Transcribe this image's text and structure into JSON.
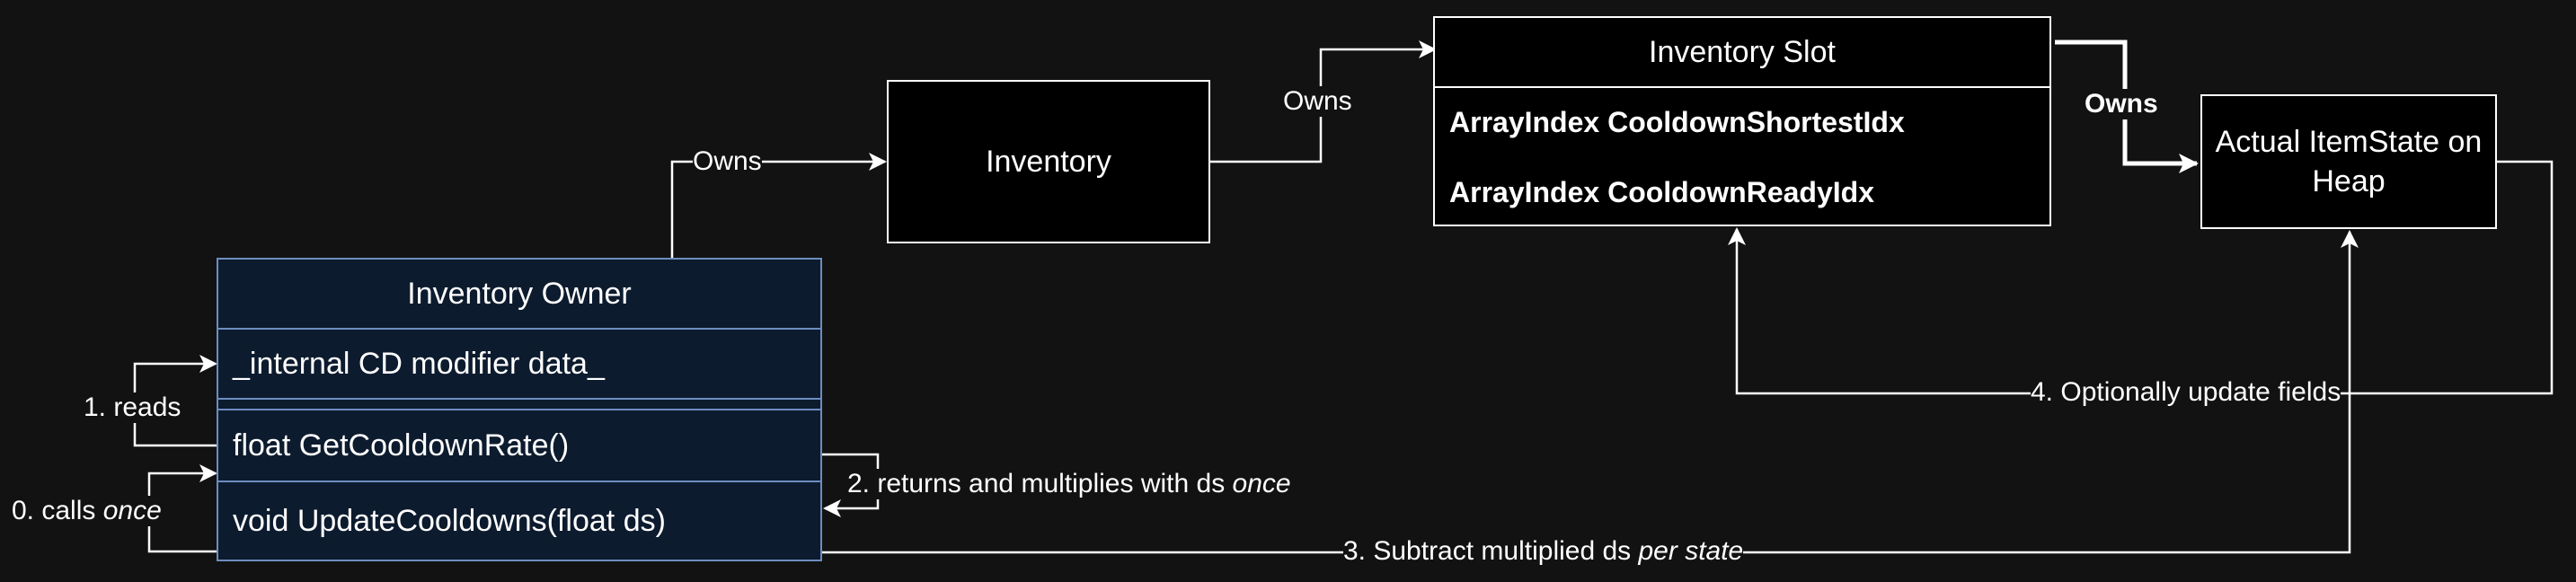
{
  "colors": {
    "background": "#121212",
    "owner_fill": "#0d1b2e",
    "owner_border": "#6c8ebf",
    "stroke": "#ffffff"
  },
  "nodes": {
    "inventory": {
      "label": "Inventory"
    },
    "slot": {
      "title": "Inventory Slot",
      "fields": [
        "ArrayIndex CooldownShortestIdx",
        "ArrayIndex CooldownReadyIdx"
      ]
    },
    "item_state": {
      "label": "Actual ItemState on Heap"
    },
    "owner": {
      "title": "Inventory Owner",
      "attribute": "_internal CD modifier data_",
      "methods": [
        "float GetCooldownRate()",
        "void UpdateCooldowns(float ds)"
      ]
    }
  },
  "edges": {
    "owner_owns_inventory": "Owns",
    "inventory_owns_slot": "Owns",
    "slot_owns_state": "Owns",
    "reads": "1. reads",
    "calls": {
      "text": "0. calls ",
      "emphasis": "once"
    },
    "returns": {
      "text": "2. returns and multiplies with ds ",
      "emphasis": "once"
    },
    "subtract": {
      "text": "3. Subtract multiplied ds ",
      "emphasis": "per state"
    },
    "update": "4. Optionally update fields"
  }
}
